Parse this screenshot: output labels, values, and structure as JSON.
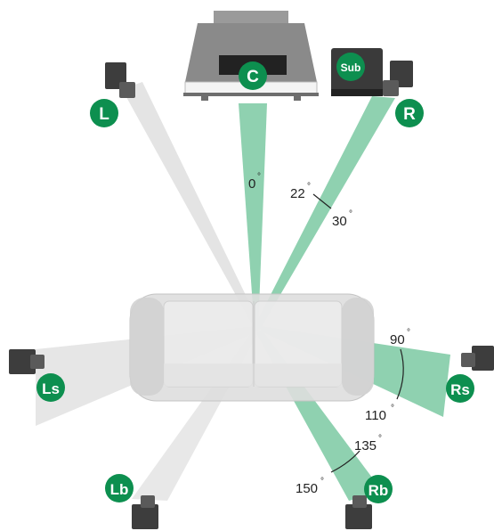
{
  "colors": {
    "accent_green": "#0d8f4f",
    "beam_green": "#8fd1b0",
    "beam_grey": "#dcdcdc",
    "speaker_dark": "#3a3a3a",
    "speaker_front": "#555555",
    "tv_body": "#8a8a8a",
    "sofa_fill": "#e6e6e6",
    "sofa_edge": "#bdbdbd"
  },
  "speakers": {
    "center": {
      "label": "C",
      "icon": "tv-speaker-icon"
    },
    "subwoofer": {
      "label": "Sub",
      "icon": "subwoofer-icon"
    },
    "left": {
      "label": "L",
      "icon": "speaker-icon"
    },
    "right": {
      "label": "R",
      "icon": "speaker-icon"
    },
    "left_surround": {
      "label": "Ls",
      "icon": "speaker-icon"
    },
    "right_surround": {
      "label": "Rs",
      "icon": "speaker-icon"
    },
    "left_back": {
      "label": "Lb",
      "icon": "speaker-icon"
    },
    "right_back": {
      "label": "Rb",
      "icon": "speaker-icon"
    }
  },
  "angles": {
    "center": "0",
    "front_min": "22",
    "front_max": "30",
    "side_min": "90",
    "side_max": "110",
    "back_min": "135",
    "back_max": "150",
    "degree_symbol": "°"
  }
}
